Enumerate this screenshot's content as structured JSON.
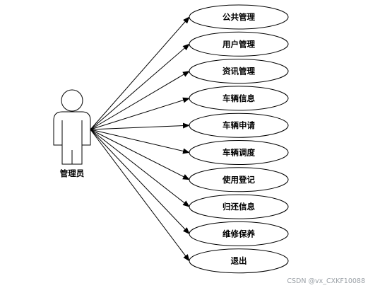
{
  "actor": {
    "label": "管理员"
  },
  "use_cases": [
    {
      "label": "公共管理"
    },
    {
      "label": "用户管理"
    },
    {
      "label": "资讯管理"
    },
    {
      "label": "车辆信息"
    },
    {
      "label": "车辆申请"
    },
    {
      "label": "车辆调度"
    },
    {
      "label": "使用登记"
    },
    {
      "label": "归还信息"
    },
    {
      "label": "维修保养"
    },
    {
      "label": "退出"
    }
  ],
  "watermark": {
    "text": "CSDN @vx_CXKF10088"
  },
  "colors": {
    "stroke": "#000000",
    "fill": "#ffffff",
    "watermark": "#9aa0a6"
  }
}
